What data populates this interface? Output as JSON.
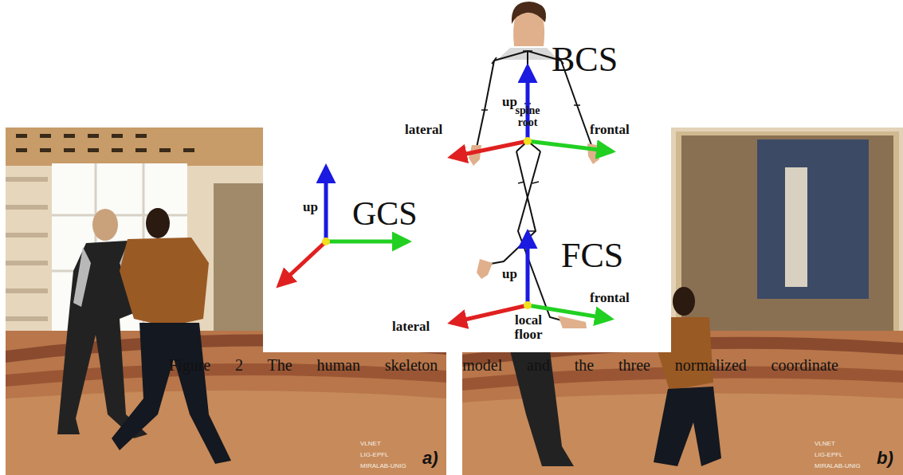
{
  "diagram": {
    "caption": "Figure 2 The human skeleton model and the three normalized coordinate",
    "labels": [
      "up",
      "GCS",
      "up",
      "spine root",
      "BCS",
      "lateral",
      "frontal",
      "up",
      "FCS",
      "lateral",
      "local floor",
      "frontal",
      "a)",
      "b)",
      "VLNET",
      "LIG-EPFL",
      "MIRALAB-UNIG",
      "VLNET",
      "LIG-EPFL",
      "MIRALAB-UNIG"
    ]
  }
}
